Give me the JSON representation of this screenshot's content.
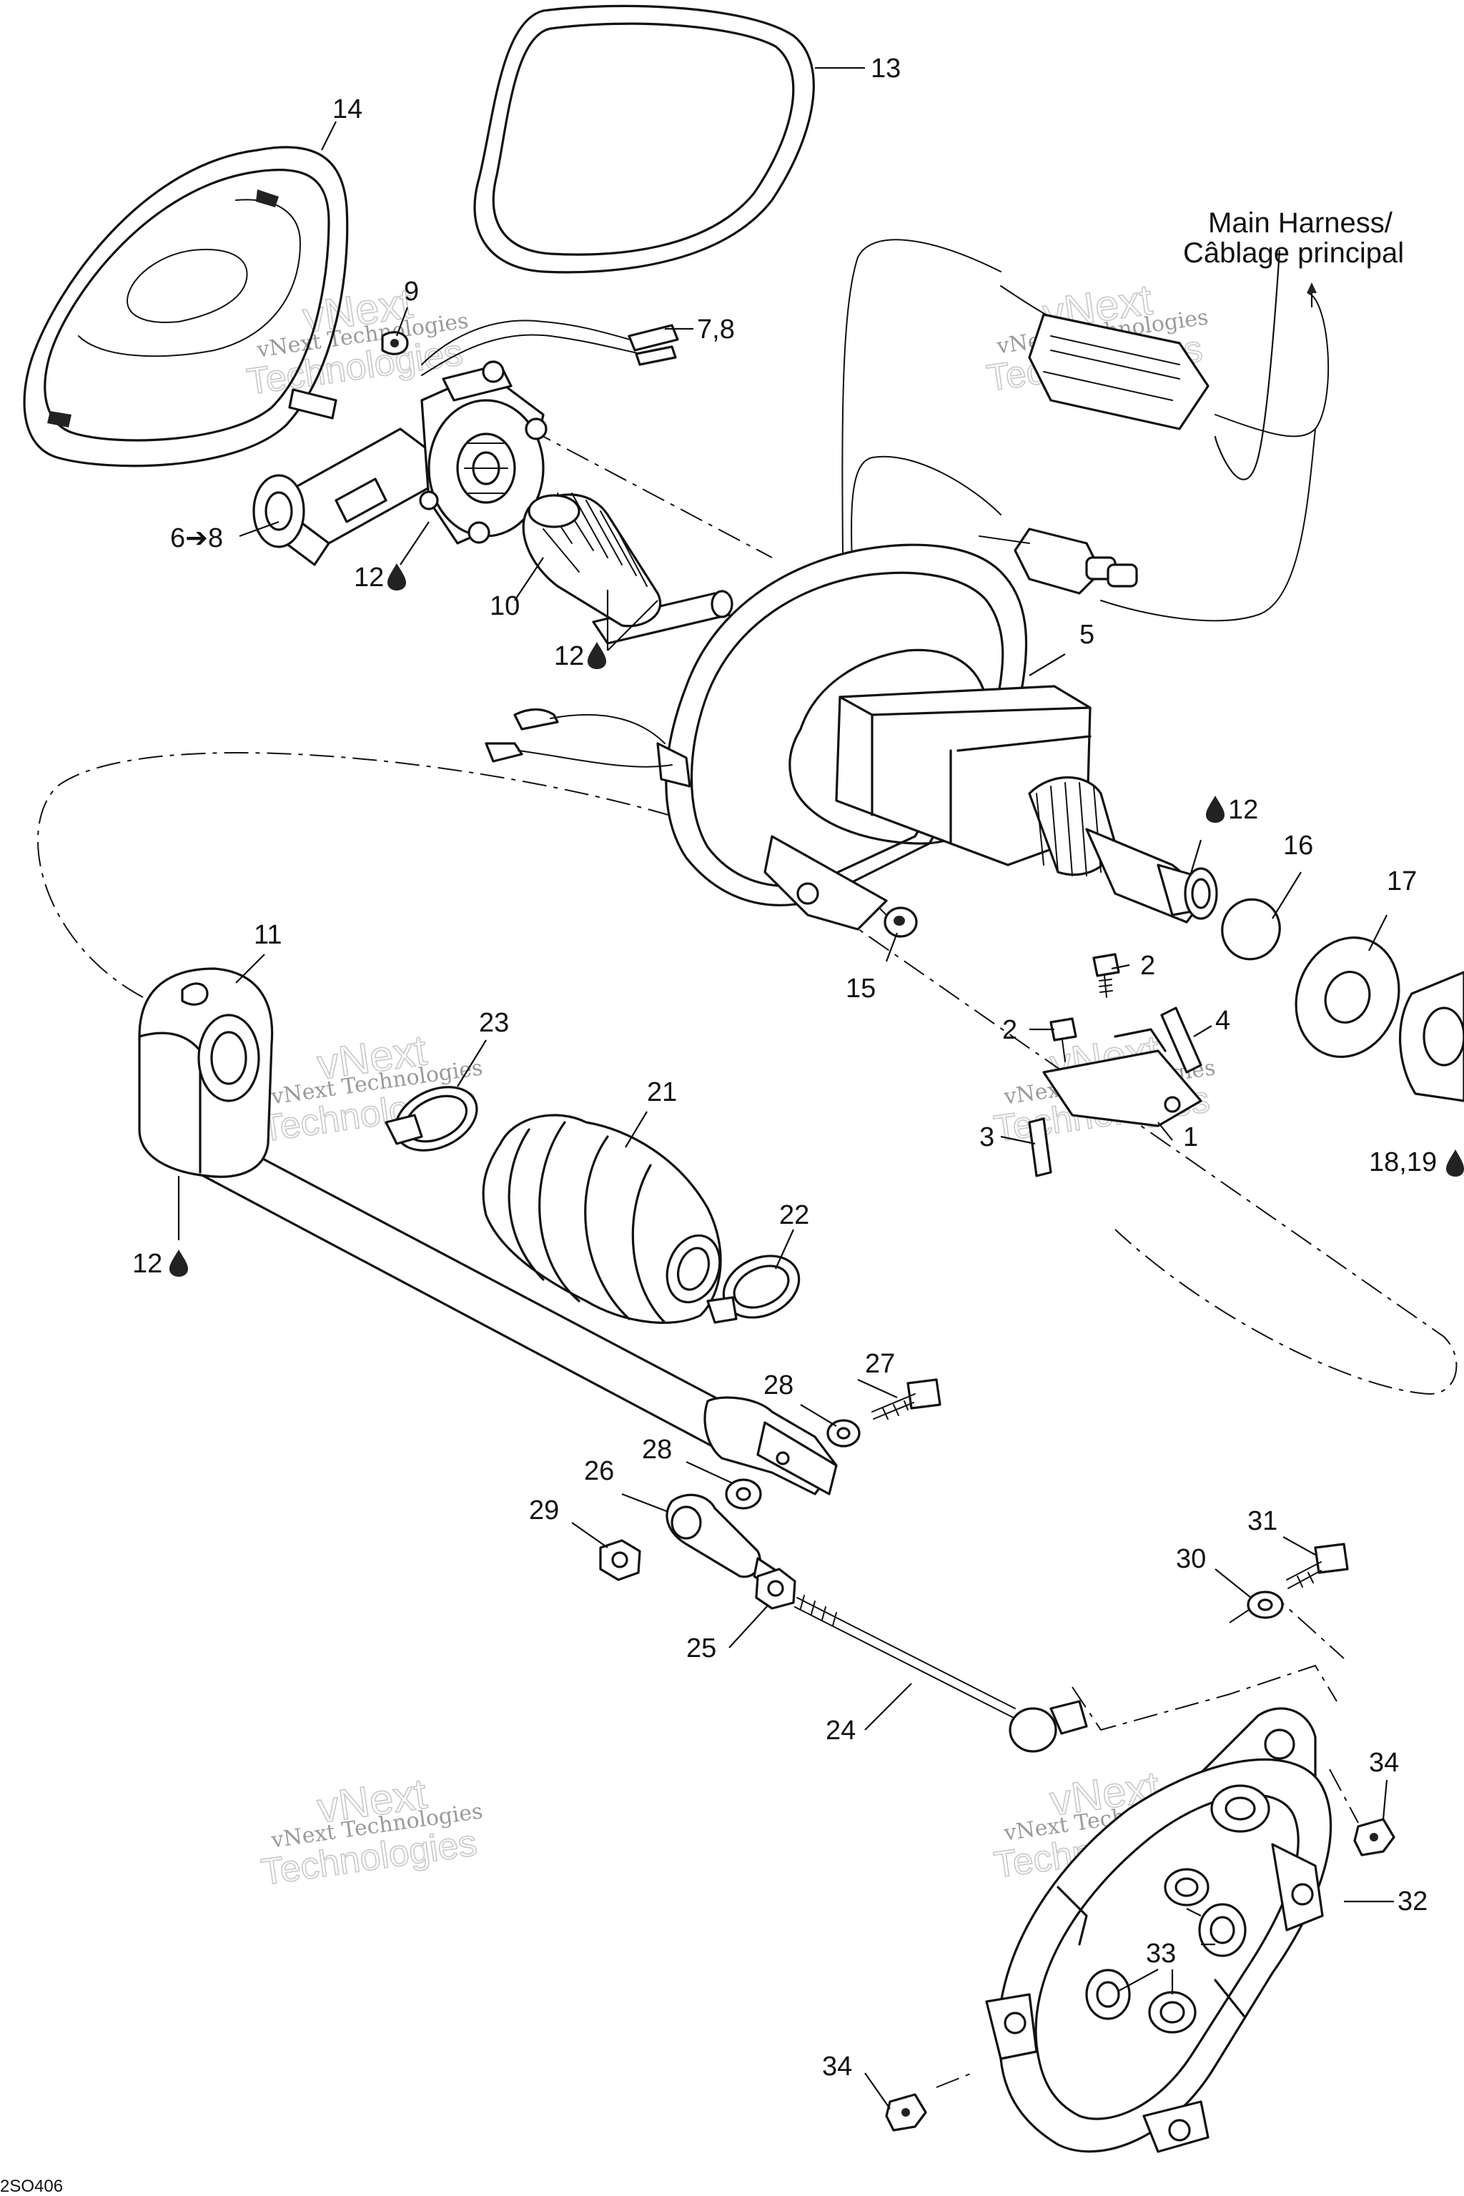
{
  "harness_label": {
    "line1": "Main Harness/",
    "line2": "Câblage principal"
  },
  "callouts": [
    {
      "id": "13",
      "text": "13"
    },
    {
      "id": "14",
      "text": "14"
    },
    {
      "id": "9",
      "text": "9"
    },
    {
      "id": "7_8",
      "text": "7,8"
    },
    {
      "id": "6_8",
      "text": "6➔8"
    },
    {
      "id": "12a",
      "text": "12"
    },
    {
      "id": "10",
      "text": "10"
    },
    {
      "id": "12b",
      "text": "12"
    },
    {
      "id": "5",
      "text": "5"
    },
    {
      "id": "12c",
      "text": "12"
    },
    {
      "id": "16",
      "text": "16"
    },
    {
      "id": "17",
      "text": "17"
    },
    {
      "id": "11",
      "text": "11"
    },
    {
      "id": "15",
      "text": "15"
    },
    {
      "id": "2a",
      "text": "2"
    },
    {
      "id": "2b",
      "text": "2"
    },
    {
      "id": "4",
      "text": "4"
    },
    {
      "id": "23",
      "text": "23"
    },
    {
      "id": "21",
      "text": "21"
    },
    {
      "id": "3",
      "text": "3"
    },
    {
      "id": "1",
      "text": "1"
    },
    {
      "id": "18_19",
      "text": "18,19"
    },
    {
      "id": "12d",
      "text": "12"
    },
    {
      "id": "22",
      "text": "22"
    },
    {
      "id": "27",
      "text": "27"
    },
    {
      "id": "28a",
      "text": "28"
    },
    {
      "id": "28b",
      "text": "28"
    },
    {
      "id": "26",
      "text": "26"
    },
    {
      "id": "29",
      "text": "29"
    },
    {
      "id": "31",
      "text": "31"
    },
    {
      "id": "30",
      "text": "30"
    },
    {
      "id": "25",
      "text": "25"
    },
    {
      "id": "24",
      "text": "24"
    },
    {
      "id": "34a",
      "text": "34"
    },
    {
      "id": "32",
      "text": "32"
    },
    {
      "id": "33",
      "text": "33"
    },
    {
      "id": "34b",
      "text": "34"
    }
  ],
  "watermark": {
    "line1": "vNext",
    "line2": "vNext Technologies",
    "line3": "Technologies"
  },
  "drawing_code": "2SO406",
  "icons": {
    "oil_drop": "oil-drop-icon",
    "arrow": "arrow-right-icon"
  }
}
